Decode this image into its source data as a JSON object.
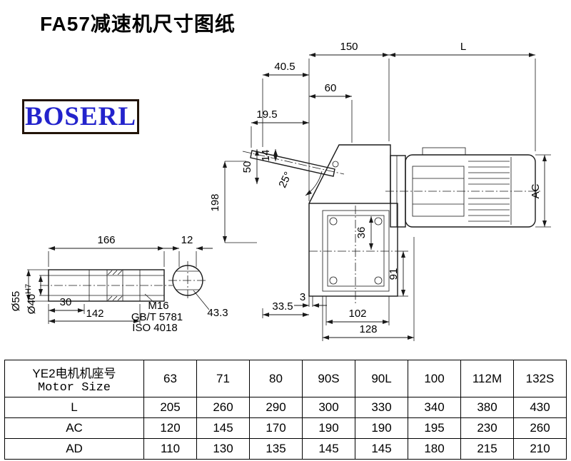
{
  "page": {
    "title": "FA57减速机尺寸图纸"
  },
  "logo": {
    "text": "BOSERL"
  },
  "drawing": {
    "dims": {
      "d150": "150",
      "dL": "L",
      "d40_5": "40.5",
      "d60": "60",
      "d19_5": "19.5",
      "d14": "14",
      "d50": "50",
      "a25": "25°",
      "d198": "198",
      "dAC": "AC",
      "d36": "36",
      "d91": "91",
      "d3": "3",
      "d33_5": "33.5",
      "d102": "102",
      "d128": "128",
      "d166": "166",
      "d12": "12",
      "d30": "30",
      "d142": "142",
      "d55": "Ø55",
      "d40": "Ø40",
      "h7": "H7",
      "m16": "M16",
      "gbt": "GB/T 5781",
      "iso": "ISO 4018",
      "d43_3": "43.3"
    }
  },
  "table": {
    "header": {
      "line1": "YE2电机机座号",
      "line2": "Motor Size"
    },
    "columns": [
      "63",
      "71",
      "80",
      "90S",
      "90L",
      "100",
      "112M",
      "132S"
    ],
    "rows": [
      {
        "label": "L",
        "values": [
          "205",
          "260",
          "290",
          "300",
          "330",
          "340",
          "380",
          "430"
        ]
      },
      {
        "label": "AC",
        "values": [
          "120",
          "145",
          "170",
          "190",
          "190",
          "195",
          "230",
          "260"
        ]
      },
      {
        "label": "AD",
        "values": [
          "110",
          "130",
          "135",
          "145",
          "145",
          "180",
          "215",
          "210"
        ]
      }
    ]
  }
}
